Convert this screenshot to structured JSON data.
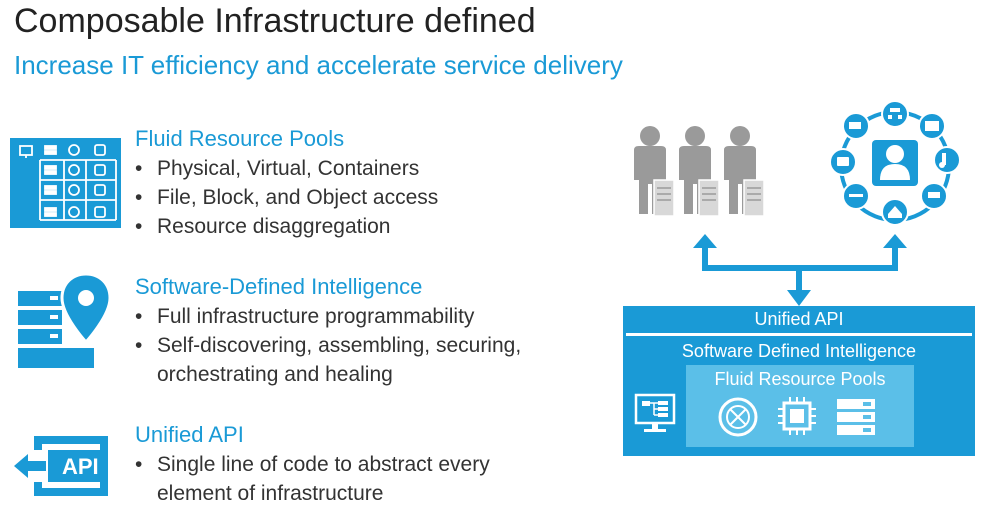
{
  "header": {
    "title": "Composable Infrastructure defined",
    "subtitle": "Increase IT efficiency and accelerate service delivery"
  },
  "sections": [
    {
      "heading": "Fluid Resource Pools",
      "icon": "resource-grid-icon",
      "bullets": [
        "Physical, Virtual, Containers",
        "File, Block, and Object access",
        "Resource disaggregation"
      ]
    },
    {
      "heading": "Software-Defined Intelligence",
      "icon": "server-location-icon",
      "bullets": [
        "Full infrastructure programmability",
        "Self-discovering, assembling, securing,",
        "orchestrating and healing"
      ]
    },
    {
      "heading": "Unified API",
      "icon": "api-icon",
      "icon_text": "API",
      "bullets": [
        "Single line of code to abstract every",
        "element of infrastructure"
      ]
    }
  ],
  "diagram": {
    "unified_api": "Unified API",
    "sdi": "Software Defined Intelligence",
    "frp": "Fluid Resource Pools",
    "people_icon": "users-icon",
    "apps_icon": "app-ring-icon"
  },
  "colors": {
    "accent": "#1a9ad6",
    "text": "#333333",
    "gray": "#9a9a9a"
  }
}
